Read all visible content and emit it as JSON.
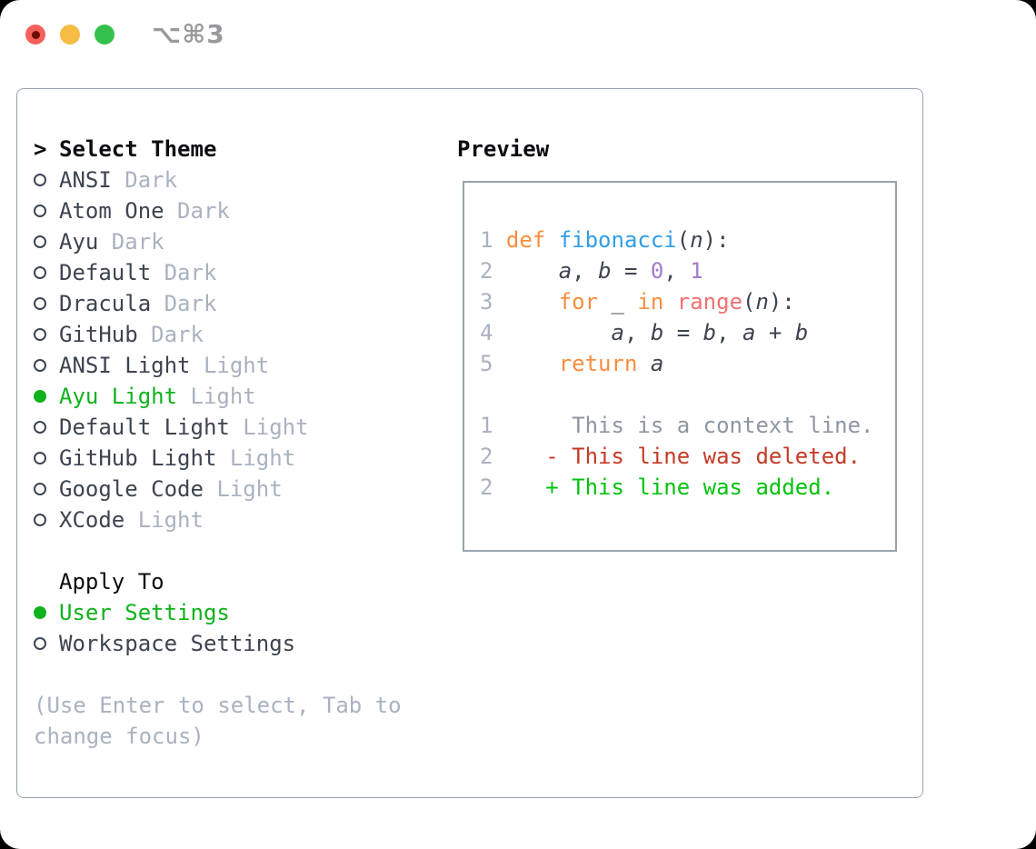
{
  "window": {
    "title": "⌥⌘3"
  },
  "theme_panel": {
    "header": {
      "marker": ">",
      "label": "Select Theme"
    },
    "items": [
      {
        "name": "ANSI",
        "variant": "Dark",
        "selected": false
      },
      {
        "name": "Atom One",
        "variant": "Dark",
        "selected": false
      },
      {
        "name": "Ayu",
        "variant": "Dark",
        "selected": false
      },
      {
        "name": "Default",
        "variant": "Dark",
        "selected": false
      },
      {
        "name": "Dracula",
        "variant": "Dark",
        "selected": false
      },
      {
        "name": "GitHub",
        "variant": "Dark",
        "selected": false
      },
      {
        "name": "ANSI Light",
        "variant": "Light",
        "selected": false
      },
      {
        "name": "Ayu Light",
        "variant": "Light",
        "selected": true
      },
      {
        "name": "Default Light",
        "variant": "Light",
        "selected": false
      },
      {
        "name": "GitHub Light",
        "variant": "Light",
        "selected": false
      },
      {
        "name": "Google Code",
        "variant": "Light",
        "selected": false
      },
      {
        "name": "XCode",
        "variant": "Light",
        "selected": false
      }
    ],
    "apply_to": {
      "label": "Apply To",
      "options": [
        {
          "name": "User Settings",
          "selected": true
        },
        {
          "name": "Workspace Settings",
          "selected": false
        }
      ]
    },
    "hint_lines": [
      "(Use Enter to select, Tab to",
      "change focus)"
    ]
  },
  "preview": {
    "title": "Preview",
    "lines": [
      {
        "segments": [
          {
            "text": "1 ",
            "style": "ln"
          },
          {
            "text": "def ",
            "style": "kw"
          },
          {
            "text": "fibonacci",
            "style": "fn"
          },
          {
            "text": "(",
            "style": "code"
          },
          {
            "text": "n",
            "style": "var"
          },
          {
            "text": "):",
            "style": "code"
          }
        ]
      },
      {
        "segments": [
          {
            "text": "2 ",
            "style": "ln"
          },
          {
            "text": "    ",
            "style": "code"
          },
          {
            "text": "a",
            "style": "var"
          },
          {
            "text": ", ",
            "style": "code"
          },
          {
            "text": "b",
            "style": "var"
          },
          {
            "text": " = ",
            "style": "code"
          },
          {
            "text": "0",
            "style": "num"
          },
          {
            "text": ", ",
            "style": "code"
          },
          {
            "text": "1",
            "style": "num"
          }
        ]
      },
      {
        "segments": [
          {
            "text": "3 ",
            "style": "ln"
          },
          {
            "text": "    ",
            "style": "code"
          },
          {
            "text": "for ",
            "style": "kw"
          },
          {
            "text": "_",
            "style": "var"
          },
          {
            "text": " ",
            "style": "code"
          },
          {
            "text": "in ",
            "style": "kw"
          },
          {
            "text": "range",
            "style": "call"
          },
          {
            "text": "(",
            "style": "code"
          },
          {
            "text": "n",
            "style": "var"
          },
          {
            "text": "):",
            "style": "code"
          }
        ]
      },
      {
        "segments": [
          {
            "text": "4 ",
            "style": "ln"
          },
          {
            "text": "        ",
            "style": "code"
          },
          {
            "text": "a",
            "style": "var"
          },
          {
            "text": ", ",
            "style": "code"
          },
          {
            "text": "b",
            "style": "var"
          },
          {
            "text": " = ",
            "style": "code"
          },
          {
            "text": "b",
            "style": "var"
          },
          {
            "text": ", ",
            "style": "code"
          },
          {
            "text": "a",
            "style": "var"
          },
          {
            "text": " + ",
            "style": "code"
          },
          {
            "text": "b",
            "style": "var"
          }
        ]
      },
      {
        "segments": [
          {
            "text": "5 ",
            "style": "ln"
          },
          {
            "text": "    ",
            "style": "code"
          },
          {
            "text": "return ",
            "style": "kw"
          },
          {
            "text": "a",
            "style": "var"
          }
        ]
      },
      {
        "segments": []
      },
      {
        "segments": [
          {
            "text": "1 ",
            "style": "ln"
          },
          {
            "text": "     This is a context line.",
            "style": "ctx"
          }
        ]
      },
      {
        "segments": [
          {
            "text": "2 ",
            "style": "ln"
          },
          {
            "text": "   - This line was deleted.",
            "style": "del"
          }
        ]
      },
      {
        "segments": [
          {
            "text": "2 ",
            "style": "ln"
          },
          {
            "text": "   + This line was added.",
            "style": "add"
          }
        ]
      }
    ]
  },
  "colors": {
    "black": "#0c0d10",
    "dark": "#3d4450",
    "gray": "#a9b2c0",
    "border": "#99a2ae",
    "title-gray": "#98999d",
    "sel-green": "#10b21c",
    "tl-red": "#f4615c",
    "tl-yellow": "#f6bd45",
    "tl-green": "#34c14b",
    "tl-dot": "#6e0f07",
    "kw": "#fa8d3e",
    "fn": "#2f9ee6",
    "num": "#a37acc",
    "call": "#f07171",
    "ctx": "#8d96a2",
    "del": "#c43a26",
    "add": "#05c30f"
  }
}
